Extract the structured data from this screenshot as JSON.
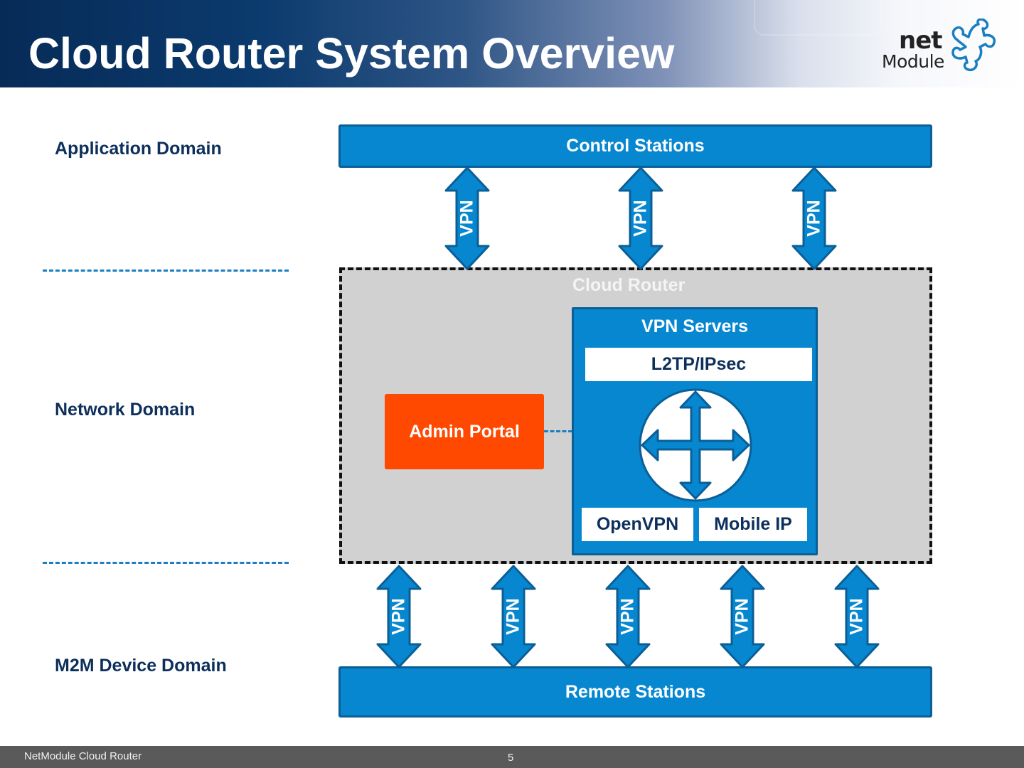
{
  "slide": {
    "title": "Cloud Router System Overview",
    "page_number": "5",
    "footer_text": "NetModule Cloud Router"
  },
  "logo": {
    "line1": "net",
    "line2": "Module",
    "icon": "puzzle-piece-icon",
    "color": "#1a7fc2"
  },
  "domains": [
    {
      "label": "Application Domain"
    },
    {
      "label": "Network Domain"
    },
    {
      "label": "M2M Device Domain"
    }
  ],
  "control_stations": {
    "label": "Control Stations"
  },
  "remote_stations": {
    "label": "Remote Stations"
  },
  "cloud_router": {
    "label": "Cloud Router",
    "admin_portal": {
      "label": "Admin Portal"
    },
    "vpn_servers": {
      "label": "VPN Servers",
      "protocols": [
        {
          "label": "L2TP/IPsec"
        },
        {
          "label": "OpenVPN"
        },
        {
          "label": "Mobile IP"
        }
      ],
      "icon": "router-crossed-arrows-icon"
    }
  },
  "top_links": [
    {
      "label": "VPN"
    },
    {
      "label": "VPN"
    },
    {
      "label": "VPN"
    }
  ],
  "bottom_links": [
    {
      "label": "VPN"
    },
    {
      "label": "VPN"
    },
    {
      "label": "VPN"
    },
    {
      "label": "VPN"
    },
    {
      "label": "VPN"
    }
  ],
  "colors": {
    "primary_blue": "#0787d0",
    "border_blue": "#0b5f96",
    "admin_orange": "#ff4800",
    "dark_navy": "#0d2f5c",
    "cloud_grey": "#d1d1d1",
    "footer_grey": "#5a5a5a"
  }
}
